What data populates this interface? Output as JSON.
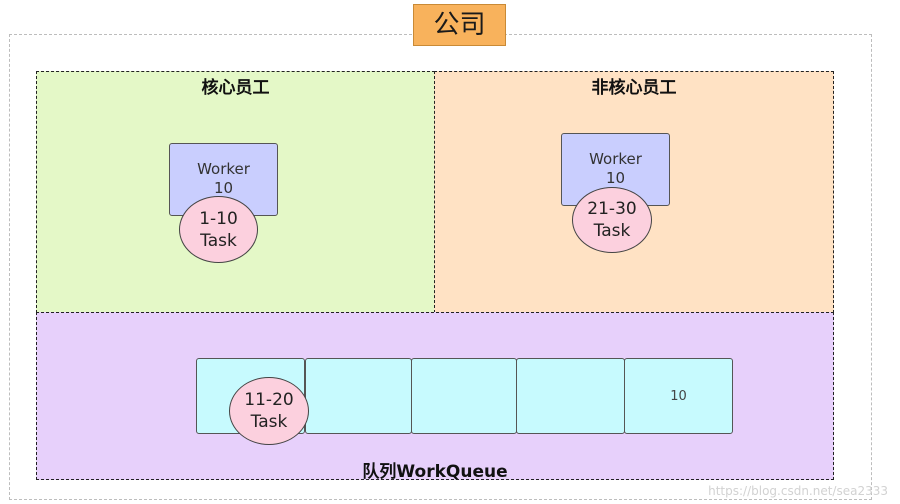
{
  "company": {
    "title": "公司"
  },
  "core": {
    "title": "核心员工",
    "worker_label": "Worker",
    "worker_count": "10",
    "task_range": "1-10",
    "task_label": "Task"
  },
  "noncore": {
    "title": "非核心员工",
    "worker_label": "Worker",
    "worker_count": "10",
    "task_range": "21-30",
    "task_label": "Task"
  },
  "queue": {
    "title": "队列WorkQueue",
    "capacity_label": "10",
    "task_range": "11-20",
    "task_label": "Task"
  },
  "watermark": "https://blog.csdn.net/sea2333",
  "colors": {
    "company": "#f8b25c",
    "core": "#e4f8c7",
    "noncore": "#ffe2c4",
    "queue": "#e7d0fb",
    "worker": "#c9cefe",
    "task": "#fcd0de",
    "queue_cell": "#c7fafe"
  }
}
